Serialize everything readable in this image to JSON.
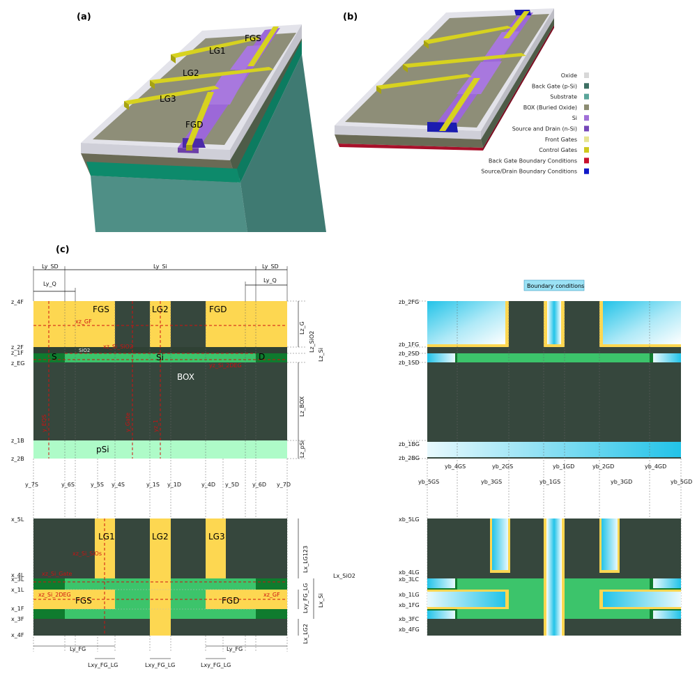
{
  "panels": {
    "a": "(a)",
    "b": "(b)",
    "c": "(c)"
  },
  "panel_a": {
    "labels": {
      "fgs": "FGS",
      "lg1": "LG1",
      "lg2": "LG2",
      "lg3": "LG3",
      "fgd": "FGD"
    }
  },
  "legend": {
    "items": [
      {
        "label": "Oxide",
        "color": "#d8d8d8"
      },
      {
        "label": "Back Gate (p-Si)",
        "color": "#3d6f63"
      },
      {
        "label": "Substrate",
        "color": "#5aa59a"
      },
      {
        "label": "BOX (Buried Oxide)",
        "color": "#8c8c72"
      },
      {
        "label": "Si",
        "color": "#a06fd8"
      },
      {
        "label": "Source and Drain (n-Si)",
        "color": "#7447b8"
      },
      {
        "label": "Front Gates",
        "color": "#e6e492"
      },
      {
        "label": "Control Gates",
        "color": "#cfc81e"
      },
      {
        "label": "Back Gate Boundary Conditions",
        "color": "#c8102e"
      },
      {
        "label": "Source/Drain Boundary Conditions",
        "color": "#1018c8"
      }
    ]
  },
  "side_view": {
    "dims_top": {
      "ly_sd_left": "Ly_SD",
      "ly_si": "Ly_Si",
      "ly_sd_right": "Ly_SD",
      "ly_q_left": "Ly_Q",
      "ly_q_right": "Ly_Q"
    },
    "left_z": [
      "z_4F",
      "z_2F",
      "z_1F",
      "z_EG",
      "z_1B",
      "z_2B"
    ],
    "right_dims": [
      "Lz_G",
      "Lz_SiO2",
      "Lz_Si",
      "Lz_BOX",
      "Lz_pSi"
    ],
    "regions": {
      "fgs": "FGS",
      "lg2": "LG2",
      "fgd": "FGD",
      "sio2": "SiO2",
      "s": "S",
      "si": "Si",
      "d": "D",
      "box": "BOX",
      "psi": "pSi"
    },
    "red": {
      "xz_gf": "xz_GF",
      "xz_si_sio2": "xz_Si_SiO2",
      "yz_si_2deg": "yz_Si_2DEG",
      "yz_eq": "y_EQS",
      "yz_gate": "y_Gate",
      "yz_mid": "yz_1"
    }
  },
  "y_labels": [
    "y_7S",
    "y_6S",
    "y_5S",
    "y_4S",
    "y_1S",
    "y_1D",
    "y_4D",
    "y_5D",
    "y_6D",
    "y_7D"
  ],
  "top_view": {
    "left_x": [
      "x_5L",
      "x_4L",
      "x_3L",
      "x_1L",
      "x_1F",
      "x_3F",
      "x_4F"
    ],
    "right_dims": [
      "Lx_LG123",
      "Lx_SiO2",
      "Lxy_FG_LG",
      "Lx_Si",
      "Lx_LG2"
    ],
    "regions": {
      "lg1": "LG1",
      "lg2": "LG2",
      "lg3": "LG3",
      "fgs": "FGS",
      "fgd": "FGD"
    },
    "red": {
      "xz_si_sio": "xz_Si_SiOs",
      "xz_si_gate": "xz_Si_Gate",
      "xz_si_2deg": "xz_Si_2DEG",
      "xz_gf": "xz_GF"
    },
    "bottom_dims": [
      "Ly_FG",
      "Ly_FG",
      "Lxy_FG_LG",
      "Lxy_FG_LG",
      "Lxy_FG_LG"
    ]
  },
  "boundary": {
    "title": "Boundary conditions",
    "side_z": [
      "zb_2FG",
      "zb_1FG",
      "zb_2SD",
      "zb_1SD",
      "zb_1BG",
      "zb_2BG"
    ],
    "yb_row1": [
      "yb_4GS",
      "yb_2GS",
      "yb_1GD",
      "yb_2GD",
      "yb_4GD"
    ],
    "yb_row2": [
      "yb_5GS",
      "yb_3GS",
      "yb_1GS",
      "yb_3GD",
      "yb_5GD"
    ],
    "top_x": [
      "xb_5LG",
      "xb_4LG",
      "xb_3LC",
      "xb_1LG",
      "xb_1FG",
      "xb_3FC",
      "xb_4FG"
    ]
  }
}
